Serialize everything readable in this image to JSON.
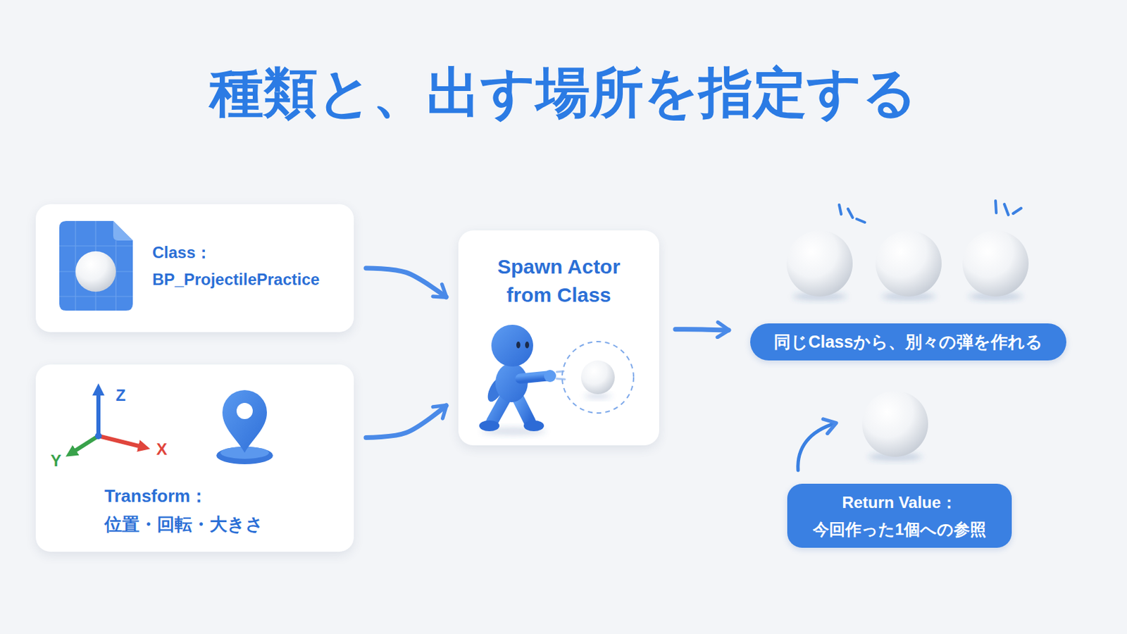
{
  "diagram": {
    "title": "種類と、出す場所を指定する",
    "nodes": [
      {
        "text": [
          "Class：",
          "BP_ProjectilePractice"
        ]
      },
      {
        "text": [
          "Transform：",
          "位置・回転・大きさ"
        ]
      },
      {
        "text": [
          "Spawn Actor from Class"
        ]
      },
      {
        "text": [
          "同じClassから、別々の弾を作れる"
        ]
      },
      {
        "text": [
          "Return Value：",
          "今回作った1個への参照"
        ]
      }
    ],
    "edges": [
      {
        "from": 0,
        "to": 2,
        "arrow": "to"
      },
      {
        "from": 1,
        "to": 2,
        "arrow": "to"
      },
      {
        "from": 2,
        "to": 3,
        "arrow": "to"
      }
    ],
    "labels": [
      "Z",
      "X",
      "Y"
    ]
  }
}
